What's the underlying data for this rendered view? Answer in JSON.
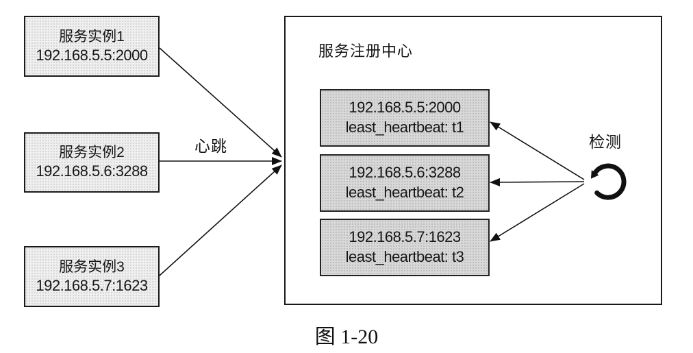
{
  "figure": {
    "caption": "图 1-20"
  },
  "labels": {
    "heartbeat": "心跳",
    "detect": "检测"
  },
  "service_instances": [
    {
      "name": "服务实例1",
      "address": "192.168.5.5:2000"
    },
    {
      "name": "服务实例2",
      "address": "192.168.5.6:3288"
    },
    {
      "name": "服务实例3",
      "address": "192.168.5.7:1623"
    }
  ],
  "registry": {
    "title": "服务注册中心",
    "entries": [
      {
        "address": "192.168.5.5:2000",
        "heartbeat": "least_heartbeat: t1"
      },
      {
        "address": "192.168.5.6:3288",
        "heartbeat": "least_heartbeat: t2"
      },
      {
        "address": "192.168.5.7:1623",
        "heartbeat": "least_heartbeat: t3"
      }
    ]
  },
  "icons": {
    "detect_loop": "refresh-loop-icon"
  },
  "colors": {
    "background": "#ffffff",
    "border": "#1a1a1a",
    "instance_box_fill": "#efefef",
    "registry_entry_fill": "#d8d8d8",
    "arrow": "#111111"
  }
}
